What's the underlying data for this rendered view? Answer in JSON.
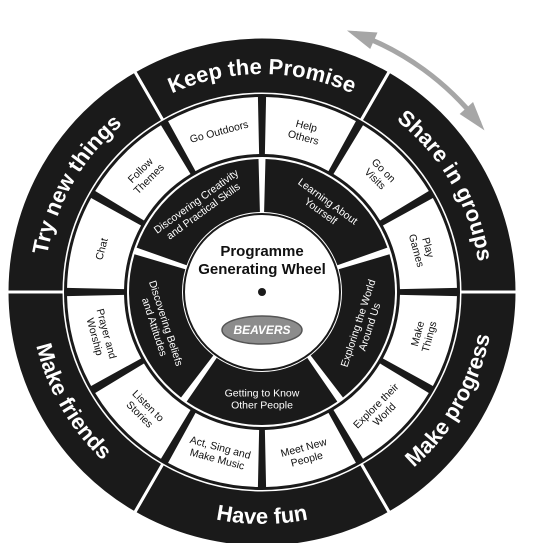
{
  "outer_ring": [
    "Keep the Promise",
    "Share in groups",
    "Make progress",
    "Have fun",
    "Make friends",
    "Try new things"
  ],
  "middle_ring": [
    [
      "Go Outdoors"
    ],
    [
      "Help",
      "Others"
    ],
    [
      "Go on",
      "Visits"
    ],
    [
      "Play",
      "Games"
    ],
    [
      "Make",
      "Things"
    ],
    [
      "Explore their",
      "World"
    ],
    [
      "Meet New",
      "People"
    ],
    [
      "Act, Sing and",
      "Make Music"
    ],
    [
      "Listen to",
      "Stories"
    ],
    [
      "Prayer and",
      "Worship"
    ],
    [
      "Chat"
    ],
    [
      "Follow",
      "Themes"
    ]
  ],
  "inner_ring": [
    [
      "Learning About",
      "Yourself"
    ],
    [
      "Exploring the World",
      "Around Us"
    ],
    [
      "Getting to Know",
      "Other People"
    ],
    [
      "Discovering Beliefs",
      "and Attitudes"
    ],
    [
      "Discovering Creativity",
      "and Practical Skills"
    ]
  ],
  "center": {
    "title_line1": "Programme",
    "title_line2": "Generating Wheel",
    "logo_text": "BEAVERS"
  },
  "colors": {
    "ring_black": "#1a1a1a",
    "segment_white": "#ffffff",
    "arrow_grey": "#a6a6a6",
    "logo_grey": "#8c8c8c"
  },
  "icons": {
    "rotate_arrow": "curved-double-arrow-icon",
    "logo": "beavers-logo-icon"
  }
}
